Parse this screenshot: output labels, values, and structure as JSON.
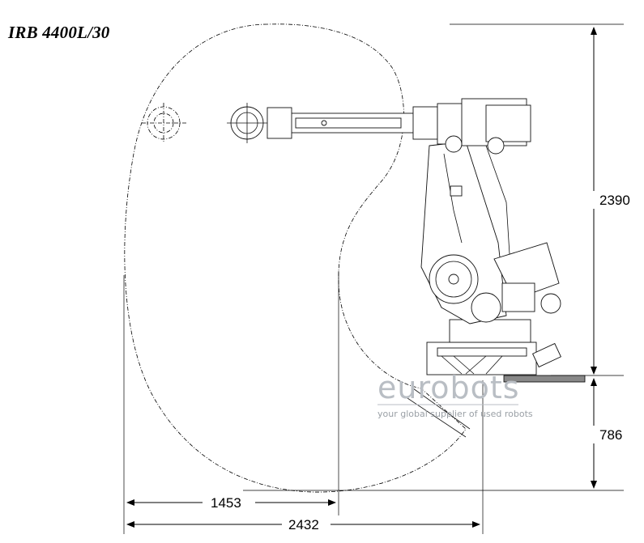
{
  "title": "IRB 4400L/30",
  "dimensions": {
    "height_upper": "2390",
    "height_lower": "786",
    "reach_inner": "1453",
    "reach_outer": "2432"
  },
  "watermark": {
    "brand": "eurobots",
    "tagline": "your global supplier of used robots"
  },
  "colors": {
    "line": "#000000",
    "watermark": "#b9bec4",
    "floor": "#888888"
  }
}
